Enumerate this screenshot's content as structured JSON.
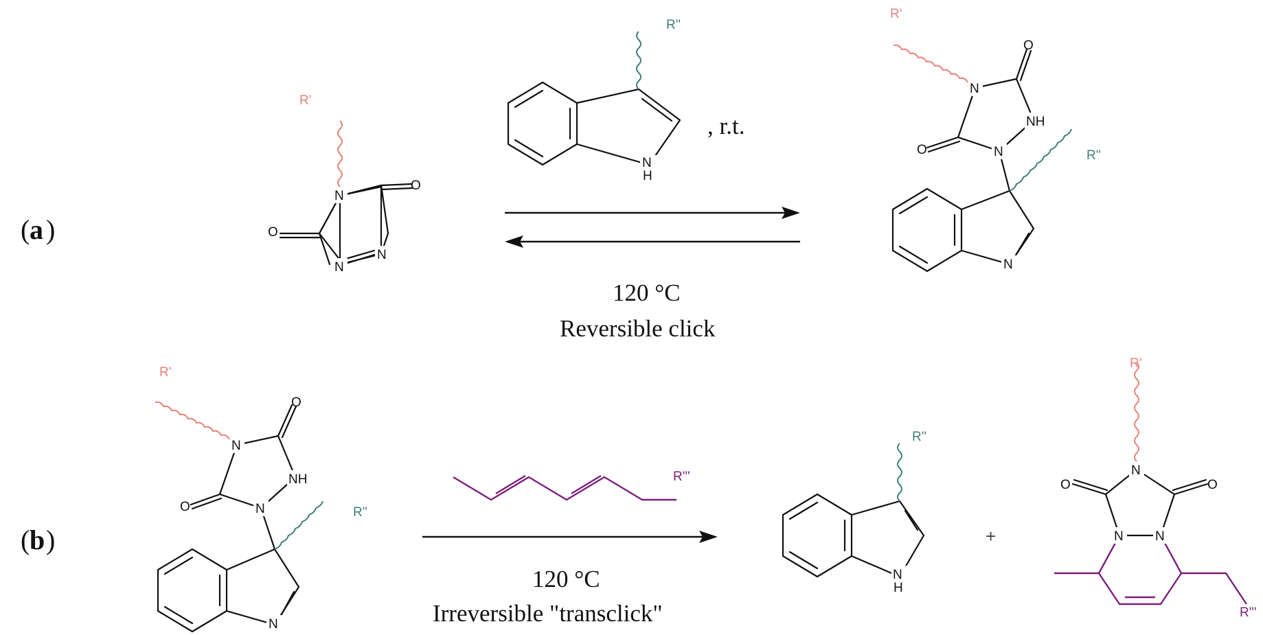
{
  "panels": {
    "a": "a",
    "b": "b"
  },
  "atoms": {
    "N": "N",
    "NH": "NH",
    "H": "H",
    "O": "O",
    "R1": "R'",
    "R2": "R''",
    "R3": "R'''"
  },
  "conditions": {
    "a_top": ", r.t.",
    "a_temp": "120 °C",
    "a_label": "Reversible click",
    "b_temp": "120 °C",
    "b_label": "Irreversible \"transclick\""
  },
  "plus": "+",
  "colors": {
    "bond": "#111111",
    "r1": "#e8827a",
    "r2": "#3f7f78",
    "r3": "#7a1f7a"
  }
}
